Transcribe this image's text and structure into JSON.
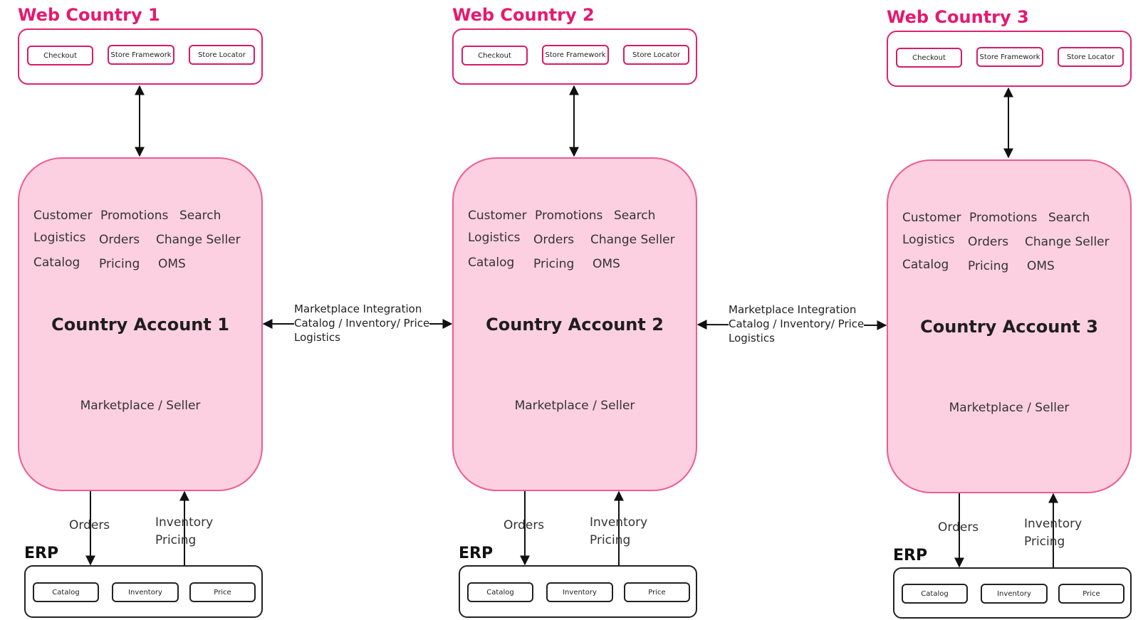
{
  "diagram": {
    "columns": [
      {
        "web_title": "Web Country 1",
        "web_chips": [
          "Checkout",
          "Store Framework",
          "Store Locator"
        ],
        "services": [
          "Customer",
          "Promotions",
          "Search",
          "Logistics",
          "Orders",
          "Change Seller",
          "Catalog",
          "Pricing",
          "OMS"
        ],
        "account_title": "Country Account 1",
        "account_subtitle": "Marketplace /  Seller",
        "orders_label": "Orders",
        "inventory_label": "Inventory",
        "pricing_label": "Pricing",
        "erp_title": "ERP",
        "erp_chips": [
          "Catalog",
          "Inventory",
          "Price"
        ]
      },
      {
        "web_title": "Web Country 2",
        "web_chips": [
          "Checkout",
          "Store Framework",
          "Store Locator"
        ],
        "services": [
          "Customer",
          "Promotions",
          "Search",
          "Logistics",
          "Orders",
          "Change Seller",
          "Catalog",
          "Pricing",
          "OMS"
        ],
        "account_title": "Country Account 2",
        "account_subtitle": "Marketplace /  Seller",
        "orders_label": "Orders",
        "inventory_label": "Inventory",
        "pricing_label": "Pricing",
        "erp_title": "ERP",
        "erp_chips": [
          "Catalog",
          "Inventory",
          "Price"
        ]
      },
      {
        "web_title": "Web Country 3",
        "web_chips": [
          "Checkout",
          "Store Framework",
          "Store Locator"
        ],
        "services": [
          "Customer",
          "Promotions",
          "Search",
          "Logistics",
          "Orders",
          "Change Seller",
          "Catalog",
          "Pricing",
          "OMS"
        ],
        "account_title": "Country Account 3",
        "account_subtitle": "Marketplace /  Seller",
        "orders_label": "Orders",
        "inventory_label": "Inventory",
        "pricing_label": "Pricing",
        "erp_title": "ERP",
        "erp_chips": [
          "Catalog",
          "Inventory",
          "Price"
        ]
      }
    ],
    "integrations": [
      {
        "line1": "Marketplace Integration",
        "line2": "Catalog / Inventory/ Price",
        "line3": "Logistics"
      },
      {
        "line1": "Marketplace Integration",
        "line2": "Catalog / Inventory/ Price",
        "line3": "Logistics"
      }
    ],
    "colors": {
      "accent": "#e6196e",
      "account_fill": "#fcd0e0",
      "account_border": "#f05b91",
      "erp_border": "#222222"
    }
  }
}
